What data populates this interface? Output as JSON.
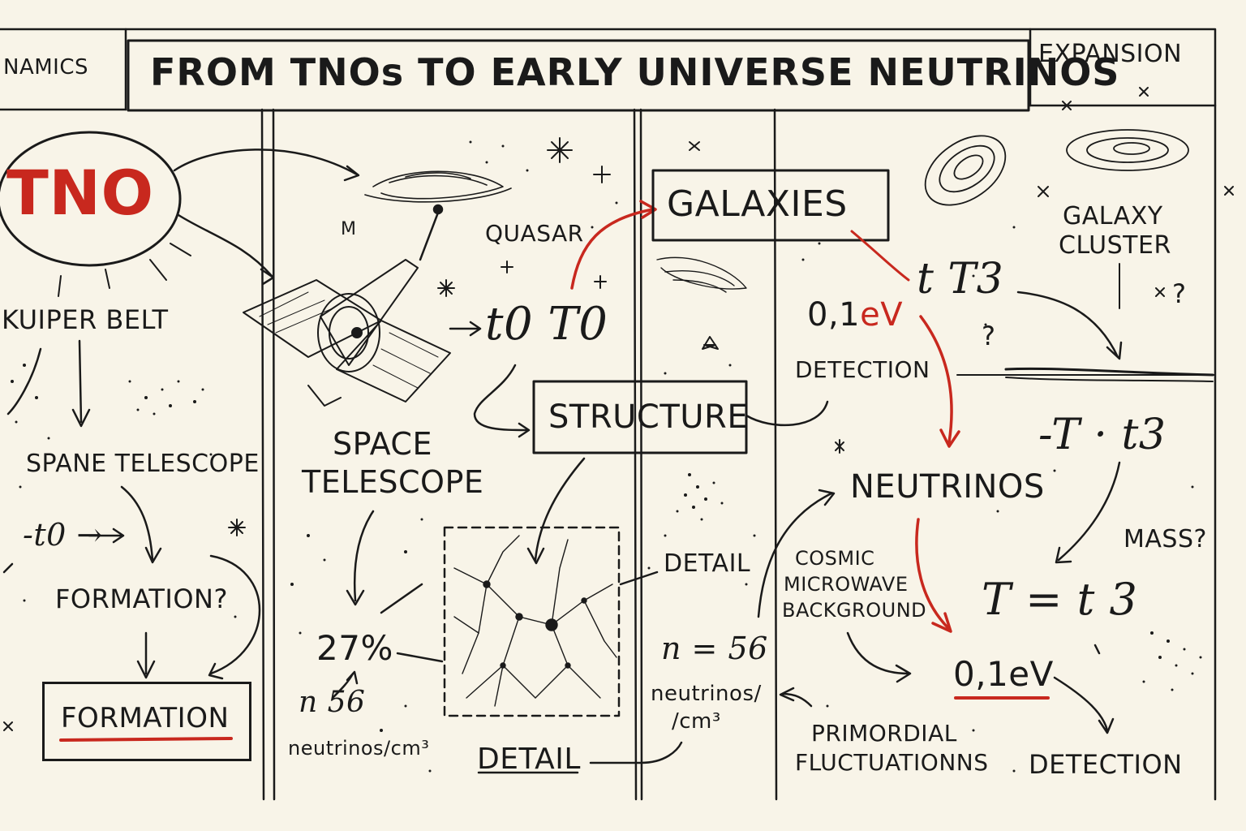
{
  "title": "FROM TNOs TO EARLY UNIVERSE NEUTRINOS",
  "corner_left": "NAMICS",
  "corner_right": "EXPANSION",
  "colors": {
    "ink": "#1a1a1a",
    "accent": "#c8281e",
    "paper": "#f8f4e8"
  },
  "col1": {
    "tno": "TNO",
    "kuiper": "KUIPER BELT",
    "spane": "SPANE TELESCOPE",
    "t0": "-t0 →",
    "formation_q": "FORMATION?",
    "formation": "FORMATION"
  },
  "col2": {
    "quasar": "QUASAR",
    "m": "M",
    "t0t0": "t0 T0",
    "space_telescope_1": "SPACE",
    "space_telescope_2": "TELESCOPE",
    "percent": "27%",
    "n56": "n 56",
    "neutrinos_cm3": "neutrinos/cm³",
    "structure": "STRUCTURE",
    "detail": "DETAIL"
  },
  "col3": {
    "galaxies": "GALAXIES",
    "detail": "DETAIL",
    "n_eq": "n = 56",
    "neutrinos_1": "neutrinos/",
    "neutrinos_2": "/cm³"
  },
  "col4": {
    "tt3": "t T3",
    "ev_num": "0,1",
    "ev_unit": "eV",
    "detection_1": "DETECTION",
    "neutrinos": "NEUTRINOS",
    "cmb_1": "COSMIC",
    "cmb_2": "MICROWAVE",
    "cmb_3": "BACKGROUND",
    "primordial_1": "PRIMORDIAL",
    "primordial_2": "FLUCTUATIONNS",
    "ev_bottom": "0,1eV",
    "q1": "?"
  },
  "col5": {
    "galaxy_cluster_1": "GALAXY",
    "galaxy_cluster_2": "CLUSTER",
    "q_top": "?",
    "minus_t": "-T · t3",
    "mass": "MASS?",
    "t_eq": "T = t 3",
    "detection": "DETECTION"
  }
}
